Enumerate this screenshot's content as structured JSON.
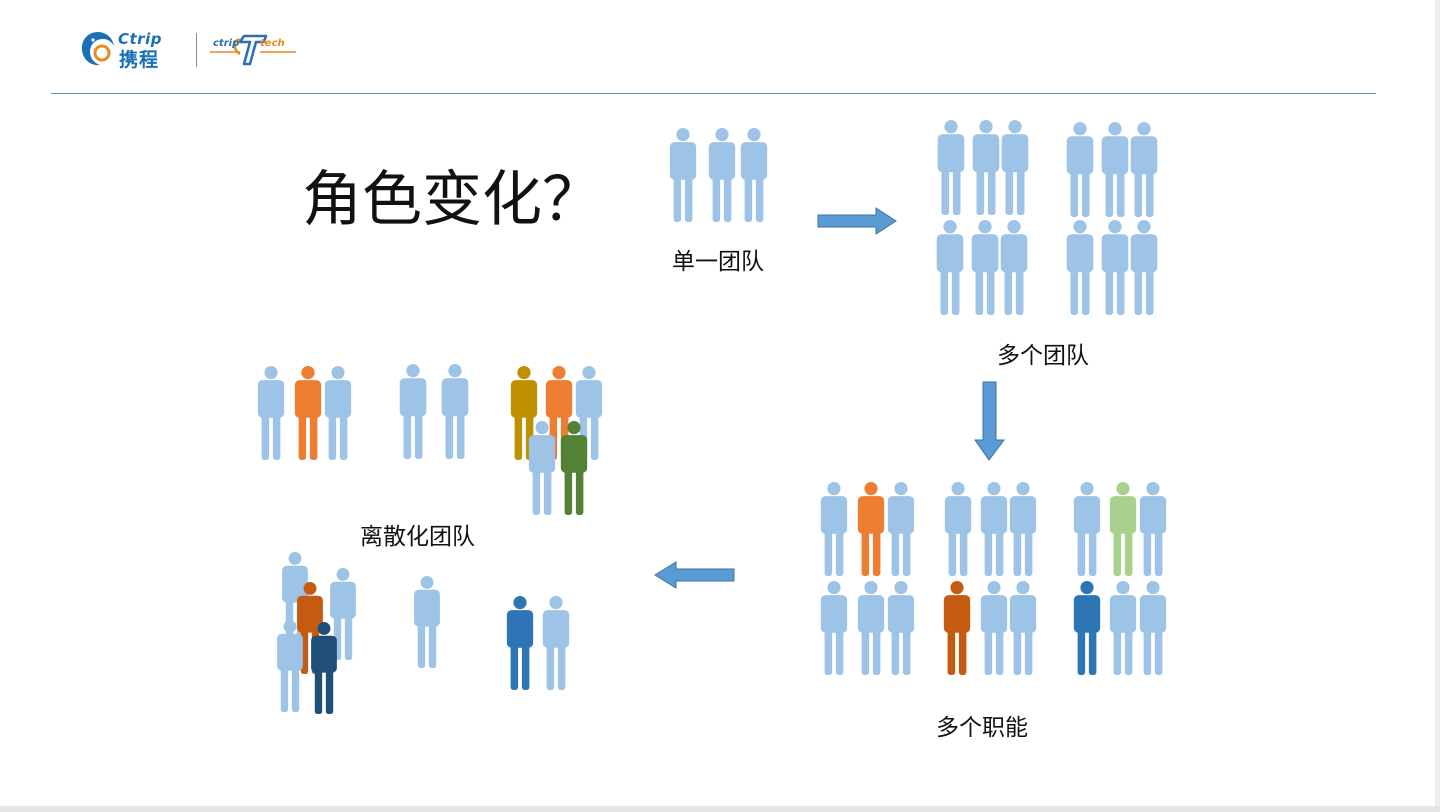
{
  "header": {
    "logo_en": "Ctrip",
    "logo_cn": "携程",
    "tech_logo_left": "ctrip",
    "tech_logo_right": "tech"
  },
  "title": "角色变化？",
  "labels": {
    "single_team": "单一团队",
    "multiple_teams": "多个团队",
    "multiple_functions": "多个职能",
    "decentralized_teams": "离散化团队"
  },
  "colors": {
    "person_default": "#9dc3e6",
    "arrow": "#5b9bd5",
    "arrow_stroke": "#41719c",
    "rule": "#5aa0c0",
    "orange": "#ed7d31",
    "dark_orange": "#c55a11",
    "gold": "#bf9000",
    "green": "#548235",
    "light_green": "#a9d18e",
    "blue": "#2e75b6",
    "navy": "#1f4e79",
    "brand_blue": "#1a6fb8",
    "brand_orange": "#e98c1e"
  }
}
